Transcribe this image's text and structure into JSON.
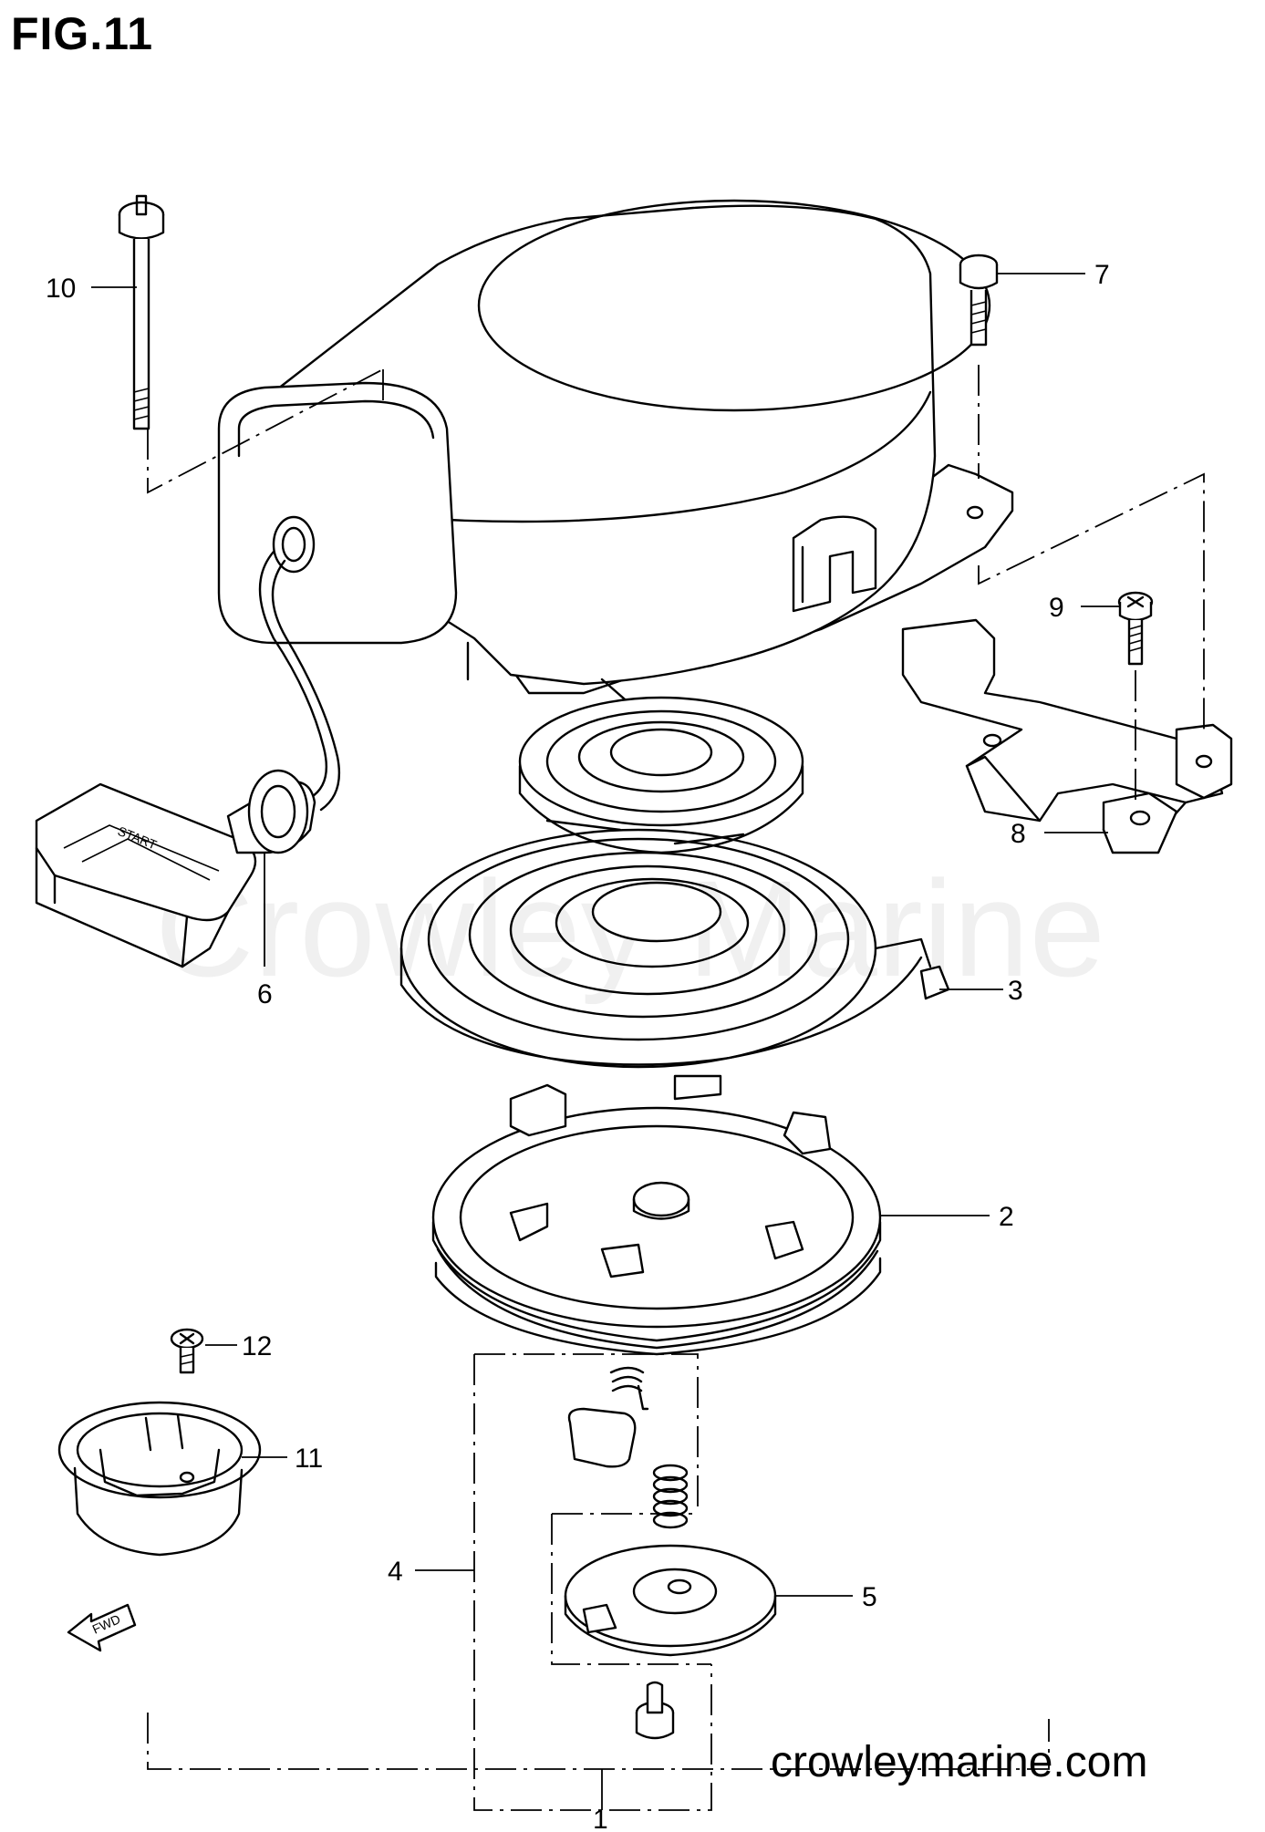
{
  "figure": {
    "title": "FIG.11",
    "watermark": "Crowley Marine",
    "website": "crowleymarine.com",
    "handle_text": "START",
    "direction_label": "FWD"
  },
  "callouts": [
    {
      "id": "1",
      "label": "1"
    },
    {
      "id": "2",
      "label": "2"
    },
    {
      "id": "3",
      "label": "3"
    },
    {
      "id": "4",
      "label": "4"
    },
    {
      "id": "5",
      "label": "5"
    },
    {
      "id": "6",
      "label": "6"
    },
    {
      "id": "7",
      "label": "7"
    },
    {
      "id": "8",
      "label": "8"
    },
    {
      "id": "9",
      "label": "9"
    },
    {
      "id": "10",
      "label": "10"
    },
    {
      "id": "11",
      "label": "11"
    },
    {
      "id": "12",
      "label": "12"
    }
  ]
}
